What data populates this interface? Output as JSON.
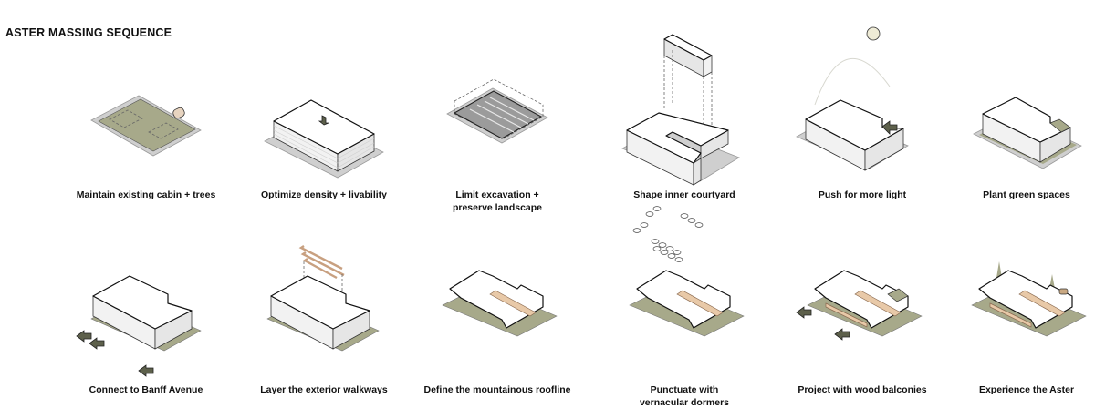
{
  "header": {
    "title": "ASTER MASSING SEQUENCE"
  },
  "colors": {
    "ground": "#cfcfcf",
    "grass": "#a7a98a",
    "arrow": "#5d604b",
    "wood": "#e8c9a8",
    "cabin": "#e7d4c0",
    "sun": "#eeebd6"
  },
  "steps": [
    {
      "step": 1,
      "label": "Maintain existing cabin + trees",
      "icons": [
        "site-plot",
        "cabin-icon",
        "tree-outline"
      ]
    },
    {
      "step": 2,
      "label": "Optimize density + livability",
      "icons": [
        "building-block",
        "up-arrow-icon"
      ]
    },
    {
      "step": 3,
      "label": "Limit excavation +\npreserve landscape",
      "icons": [
        "parking-pit",
        "dashed-outline"
      ]
    },
    {
      "step": 4,
      "label": "Shape inner courtyard",
      "icons": [
        "c-shaped-mass",
        "lifted-block"
      ]
    },
    {
      "step": 5,
      "label": "Push for more light",
      "icons": [
        "sun-icon",
        "sun-path",
        "push-arrow-icon"
      ]
    },
    {
      "step": 6,
      "label": "Plant green spaces",
      "icons": [
        "c-shaped-mass",
        "green-roof"
      ]
    },
    {
      "step": 7,
      "label": "Connect to Banff Avenue",
      "icons": [
        "entry-arrow-icon",
        "entry-arrow-icon",
        "entry-arrow-icon"
      ]
    },
    {
      "step": 8,
      "label": "Layer the exterior walkways",
      "icons": [
        "walkway-layers"
      ]
    },
    {
      "step": 9,
      "label": "Define the mountainous roofline",
      "icons": [
        "pitched-roof",
        "wood-walkway"
      ]
    },
    {
      "step": 10,
      "label": "Punctuate with\nvernacular dormers",
      "icons": [
        "floating-dormers",
        "pitched-roof"
      ]
    },
    {
      "step": 11,
      "label": "Project with wood balconies",
      "icons": [
        "balconies",
        "entry-arrow-icon",
        "entry-arrow-icon"
      ]
    },
    {
      "step": 12,
      "label": "Experience the Aster",
      "icons": [
        "final-building",
        "trees",
        "cabin-icon"
      ]
    }
  ]
}
